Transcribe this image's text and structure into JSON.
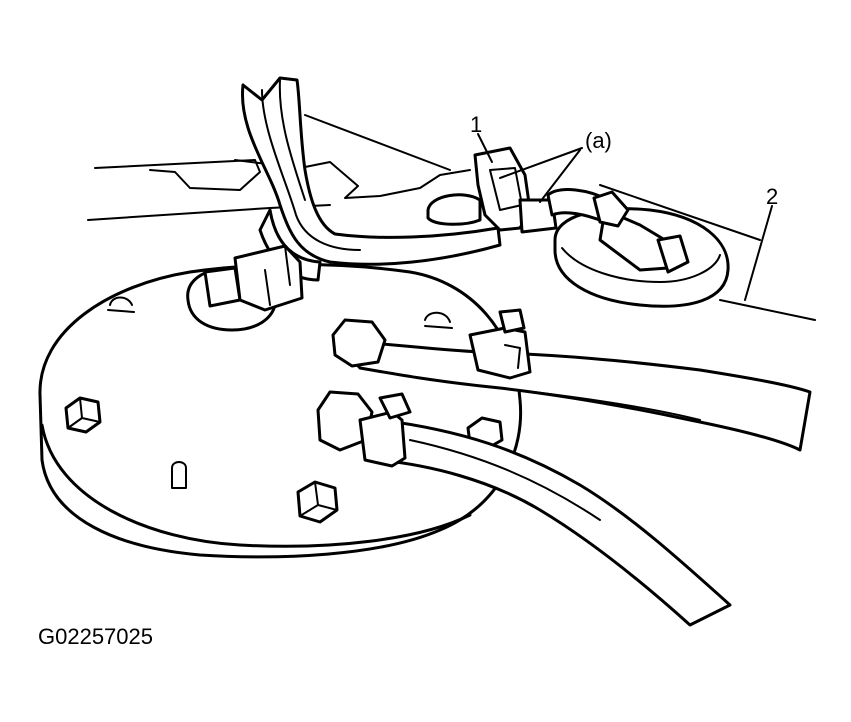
{
  "callouts": {
    "item_1": "1",
    "item_2": "2",
    "item_a": "(a)"
  },
  "figure_id": "G02257025"
}
